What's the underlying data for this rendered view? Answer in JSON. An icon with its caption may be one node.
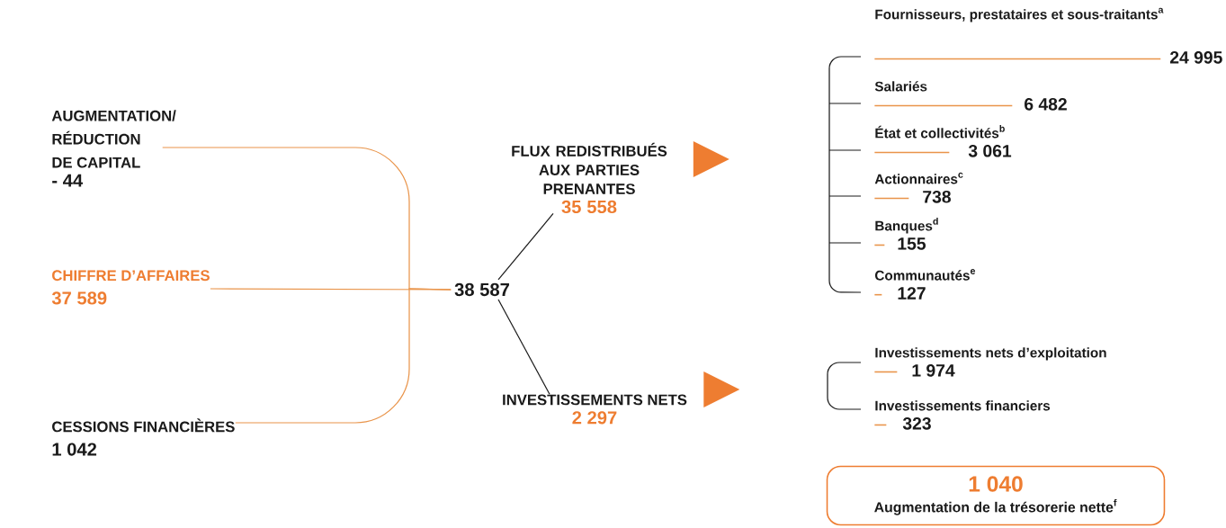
{
  "diagram": {
    "nodes": [
      {
        "text": [
          "AUGMENTATION/ RÉDUCTION DE CAPITAL",
          "- 44"
        ]
      },
      {
        "text": [
          "CHIFFRE D’AFFAIRES",
          "37 589"
        ]
      },
      {
        "text": [
          "CESSIONS FINANCIÈRES",
          "1 042"
        ]
      },
      {
        "text": [
          "38 587"
        ]
      },
      {
        "text": [
          "FLUX REDISTRIBUÉS AUX PARTIES PRENANTES",
          "35 558"
        ]
      },
      {
        "text": [
          "INVESTISSEMENTS NETS",
          "2 297"
        ]
      },
      {
        "text": [
          "Fournisseurs, prestataires et sous-traitants$^{a}$",
          "24 995"
        ]
      },
      {
        "text": [
          "Salariés",
          "6 482"
        ]
      },
      {
        "text": [
          "État et collectivités$^{b}$",
          "3 061"
        ]
      },
      {
        "text": [
          "Actionnaires$^{c}$",
          "738"
        ]
      },
      {
        "text": [
          "Banques$^{d}$",
          "155"
        ]
      },
      {
        "text": [
          "Communautés$^{e}$",
          "127"
        ]
      },
      {
        "text": [
          "Investissements nets d’exploitation",
          "1 974"
        ]
      },
      {
        "text": [
          "Investissements financiers",
          "323"
        ]
      },
      {
        "text": [
          "1 040",
          "Augmentation de la trésorerie nette$^{f}$"
        ]
      }
    ],
    "edges": [
      {
        "from": 0,
        "to": 3,
        "arrow": "none",
        "color": "#e9944a"
      },
      {
        "from": 1,
        "to": 3,
        "arrow": "none",
        "color": "#e9944a"
      },
      {
        "from": 2,
        "to": 3,
        "arrow": "none",
        "color": "#e9944a"
      },
      {
        "from": 3,
        "to": 4,
        "arrow": "none",
        "color": "#1a1a1a"
      },
      {
        "from": 3,
        "to": 5,
        "arrow": "none",
        "color": "#1a1a1a"
      },
      {
        "from": 4,
        "to": null,
        "arrow": "to",
        "color": "#ee7d31"
      },
      {
        "from": 5,
        "to": null,
        "arrow": "to",
        "color": "#ee7d31"
      }
    ]
  }
}
